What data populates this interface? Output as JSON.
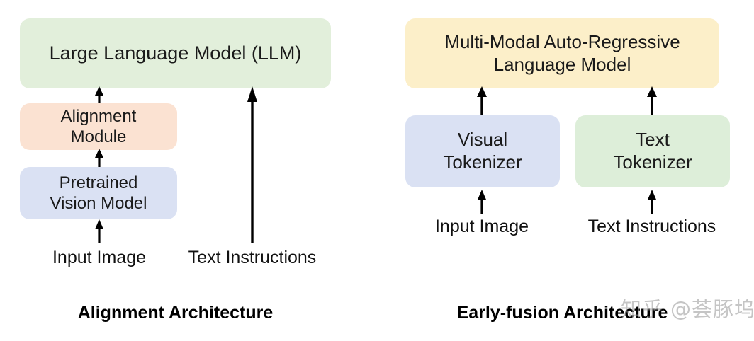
{
  "figure": {
    "background_color": "#ffffff",
    "panels": [
      {
        "id": "alignment",
        "caption": "Alignment Architecture",
        "boxes": [
          {
            "id": "llm",
            "text": "Large Language Model (LLM)",
            "color": "#e2efdb"
          },
          {
            "id": "alignment-module",
            "text": "Alignment\nModule",
            "color": "#fbe2d2"
          },
          {
            "id": "vision-model",
            "text": "Pretrained\nVision Model",
            "color": "#dae1f3"
          }
        ],
        "inputs": [
          {
            "id": "input-image",
            "text": "Input Image"
          },
          {
            "id": "text-instructions",
            "text": "Text Instructions"
          }
        ]
      },
      {
        "id": "early-fusion",
        "caption": "Early-fusion Architecture",
        "boxes": [
          {
            "id": "mm-lm",
            "text": "Multi-Modal Auto-Regressive\nLanguage Model",
            "color": "#fcefc9"
          },
          {
            "id": "visual-tokenizer",
            "text": "Visual\nTokenizer",
            "color": "#dae1f3"
          },
          {
            "id": "text-tokenizer",
            "text": "Text\nTokenizer",
            "color": "#ddeed9"
          }
        ],
        "inputs": [
          {
            "id": "input-image",
            "text": "Input Image"
          },
          {
            "id": "text-instructions",
            "text": "Text Instructions"
          }
        ]
      }
    ],
    "arrow_color": "#000000",
    "watermark": {
      "logo": "知乎",
      "handle": "@荟豚坞"
    }
  }
}
